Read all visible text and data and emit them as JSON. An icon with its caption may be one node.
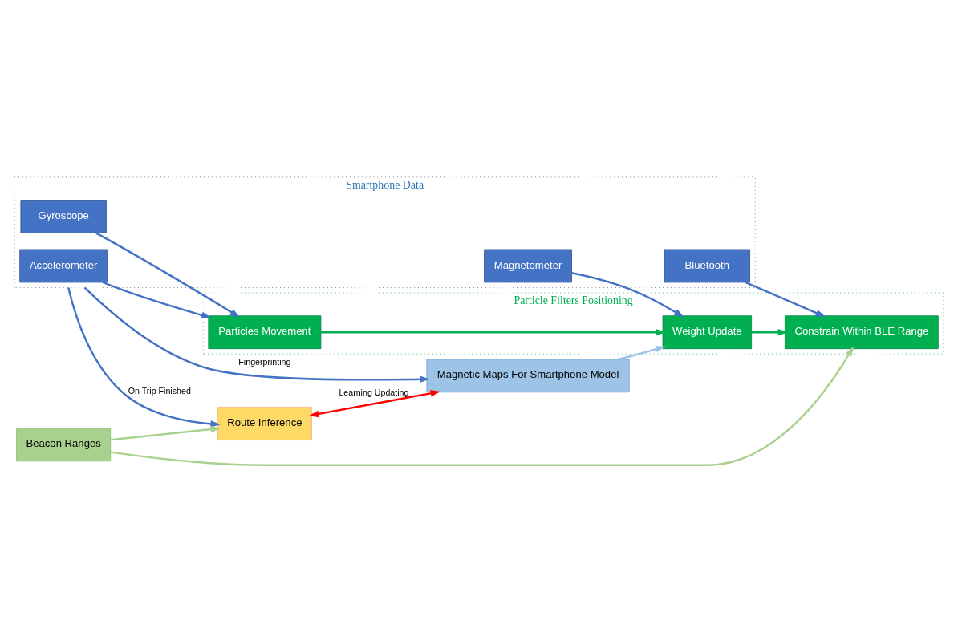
{
  "diagram": {
    "nodes": [
      {
        "text": [
          "Smartphone Data"
        ]
      },
      {
        "text": [
          "Accelerometer"
        ],
        "in": 0
      },
      {
        "text": [
          "Gyroscope"
        ],
        "in": 0
      },
      {
        "text": [
          "Magnetometer"
        ],
        "in": 0
      },
      {
        "text": [
          "Bluetooth"
        ],
        "in": 0
      },
      {
        "text": [
          "Particle Filters Positioning"
        ]
      },
      {
        "text": [
          "Particles Movement"
        ],
        "in": 5
      },
      {
        "text": [
          "Weight Update"
        ],
        "in": 5
      },
      {
        "text": [
          "Constrain Within BLE Range"
        ],
        "in": 5
      },
      {
        "text": [
          "Route Inference"
        ]
      },
      {
        "text": [
          "Magnetic Maps For Smartphone Model"
        ]
      },
      {
        "text": [
          "Beacon Ranges"
        ]
      }
    ],
    "edges": [
      {
        "from": 1,
        "to": 6,
        "arrow": "to"
      },
      {
        "from": 2,
        "to": 6,
        "arrow": "to"
      },
      {
        "from": 6,
        "to": 7,
        "arrow": "to",
        "color": "#00b050"
      },
      {
        "from": 7,
        "to": 8,
        "arrow": "to",
        "color": "#00b050"
      },
      {
        "from": 3,
        "to": 7,
        "arrow": "to"
      },
      {
        "from": 4,
        "to": 8,
        "arrow": "to"
      },
      {
        "from": 0,
        "to": 9,
        "arrow": "to",
        "label": "On Trip Finished"
      },
      {
        "from": 0,
        "to": 10,
        "arrow": "to",
        "label": "Fingerprinting"
      },
      {
        "from": 9,
        "to": 10,
        "arrow": "both",
        "label": "Learning Updating",
        "color": "#ff0000"
      },
      {
        "from": 10,
        "to": 7,
        "arrow": "to",
        "color": "#9dc3e6"
      },
      {
        "from": 11,
        "to": 8,
        "arrow": "to",
        "color": "#a9d18e"
      },
      {
        "from": 11,
        "to": 9,
        "arrow": "to",
        "color": "#a9d18e"
      }
    ]
  }
}
